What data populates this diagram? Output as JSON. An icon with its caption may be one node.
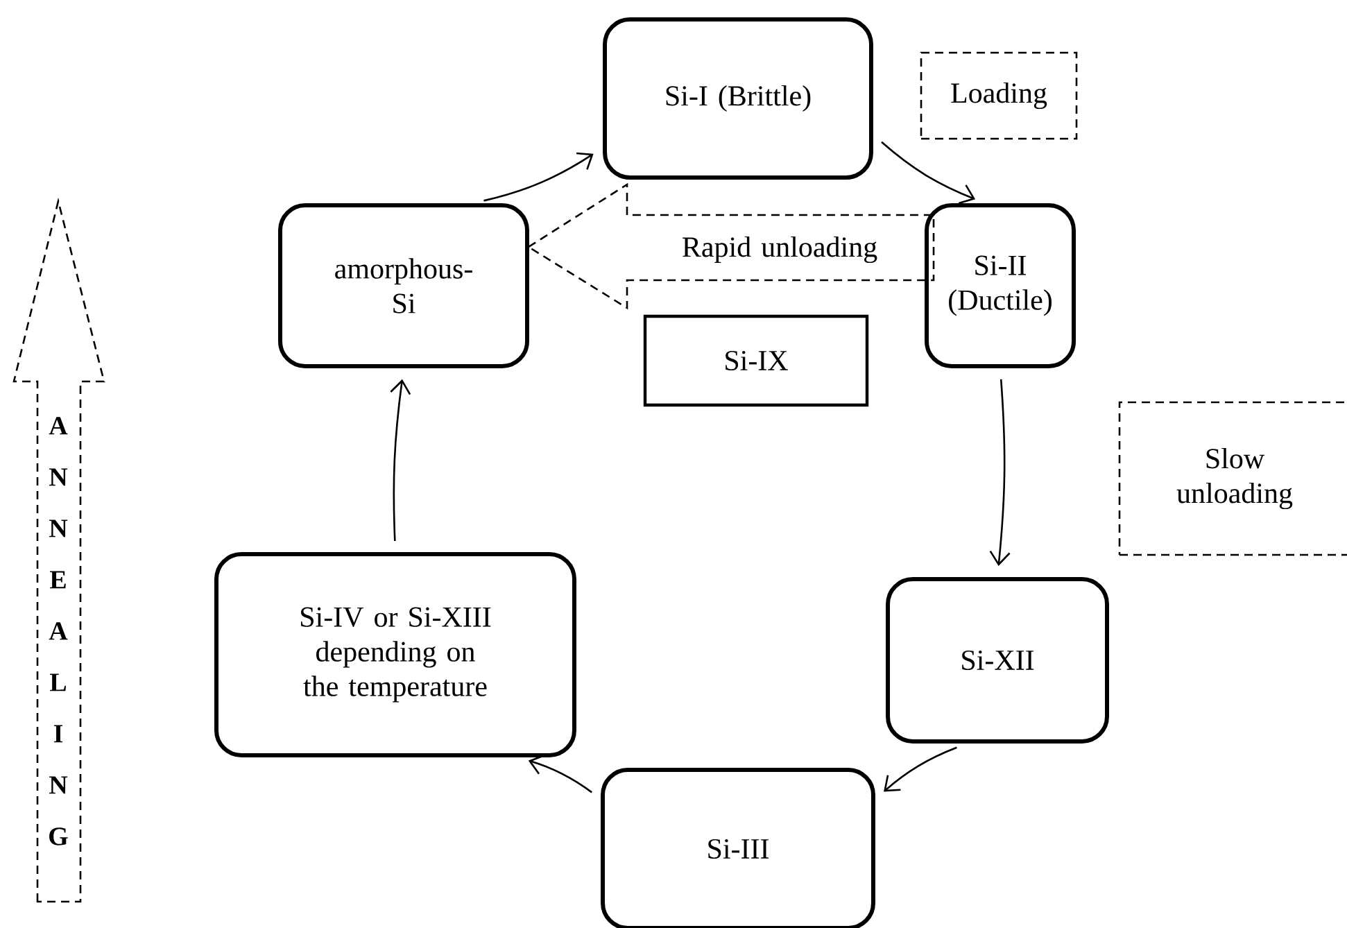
{
  "diagram": {
    "nodes": [
      {
        "text": [
          "Si-I (Brittle)"
        ]
      },
      {
        "text": [
          "Loading"
        ]
      },
      {
        "text": [
          "amorphous-Si"
        ]
      },
      {
        "text": [
          "Rapid unloading"
        ]
      },
      {
        "text": [
          "Si-II (Ductile)"
        ]
      },
      {
        "text": [
          "Si-IX"
        ]
      },
      {
        "text": [
          "Slow unloading"
        ]
      },
      {
        "text": [
          "Si-XII"
        ]
      },
      {
        "text": [
          "Si-IV or Si-XIII depending on the temperature"
        ]
      },
      {
        "text": [
          "Si-III"
        ]
      },
      {
        "text": [
          "ANNEALING"
        ]
      }
    ],
    "edges": [
      {
        "from": 2,
        "to": 0,
        "arrow": "to"
      },
      {
        "from": 0,
        "to": 4,
        "arrow": "to"
      },
      {
        "from": 4,
        "to": 7,
        "arrow": "to"
      },
      {
        "from": 7,
        "to": 9,
        "arrow": "to"
      },
      {
        "from": 9,
        "to": 8,
        "arrow": "to"
      },
      {
        "from": 8,
        "to": 2,
        "arrow": "to"
      }
    ]
  }
}
